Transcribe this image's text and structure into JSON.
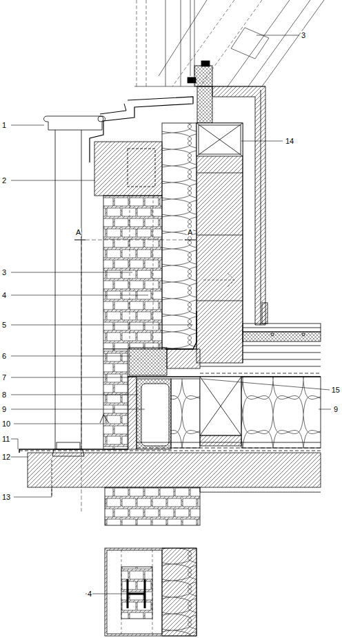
{
  "diagram": {
    "labels": [
      "1",
      "2",
      "3",
      "4",
      "5",
      "6",
      "7",
      "8",
      "9",
      "10",
      "11",
      "12",
      "13",
      "3",
      "14",
      "15",
      "9",
      "A",
      "A",
      "4"
    ]
  }
}
